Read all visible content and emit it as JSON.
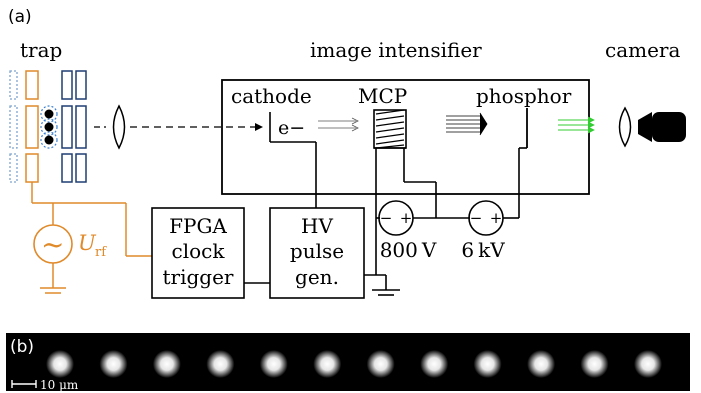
{
  "panel_a": {
    "label": "(a)",
    "trap_label": "trap",
    "intensifier_label": "image intensifier",
    "camera_label": "camera",
    "cathode_label": "cathode",
    "electron_label": "e−",
    "mcp_label": "MCP",
    "phosphor_label": "phosphor",
    "fpga_lines": [
      "FPGA",
      "clock",
      "trigger"
    ],
    "hv_lines": [
      "HV",
      "pulse",
      "gen."
    ],
    "supply1": {
      "minus": "−",
      "plus": "+",
      "voltage": "800 V"
    },
    "supply2": {
      "minus": "−",
      "plus": "+",
      "voltage": "6 kV"
    },
    "rf_source": {
      "symbol": "~",
      "label_main": "U",
      "label_sub": "rf"
    }
  },
  "panel_b": {
    "label": "(b)",
    "scale_bar": "10 μm",
    "ion_count": 12
  },
  "colors": {
    "rf": "#e08a2a",
    "electrode_blue": "#1e3f73",
    "electrode_light": "#7fa3cf",
    "ion_glow": "#3a7fd0",
    "phosphor_light": "#33cc33",
    "black": "#000000"
  },
  "icons": {
    "lens": "lens-icon",
    "camera": "camera-icon",
    "ground": "ground-icon",
    "ac_source": "ac-source-icon"
  }
}
